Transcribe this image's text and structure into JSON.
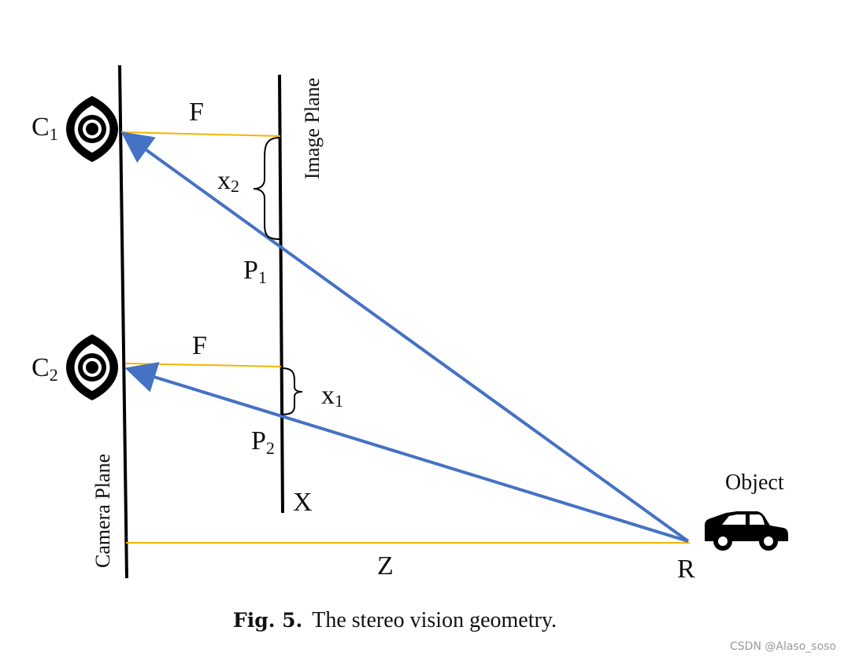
{
  "labels": {
    "c1_main": "C",
    "c1_sub": "1",
    "c2_main": "C",
    "c2_sub": "2",
    "f_top": "F",
    "f_bottom": "F",
    "x2_main": "x",
    "x2_sub": "2",
    "x1_main": "x",
    "x1_sub": "1",
    "p1_main": "P",
    "p1_sub": "1",
    "p2_main": "P",
    "p2_sub": "2",
    "x_axis": "X",
    "z_axis": "Z",
    "r_point": "R",
    "object": "Object",
    "image_plane": "Image Plane",
    "camera_plane": "Camera Plane"
  },
  "caption": {
    "fig": "Fig. 5.",
    "text": "The stereo vision geometry."
  },
  "watermark": "CSDN @Alaso_soso",
  "colors": {
    "ray": "#4472C4",
    "focal_line": "#F5B400",
    "plane_line": "#000000"
  },
  "icons": {
    "camera": "eye-icon",
    "object": "car-icon"
  }
}
